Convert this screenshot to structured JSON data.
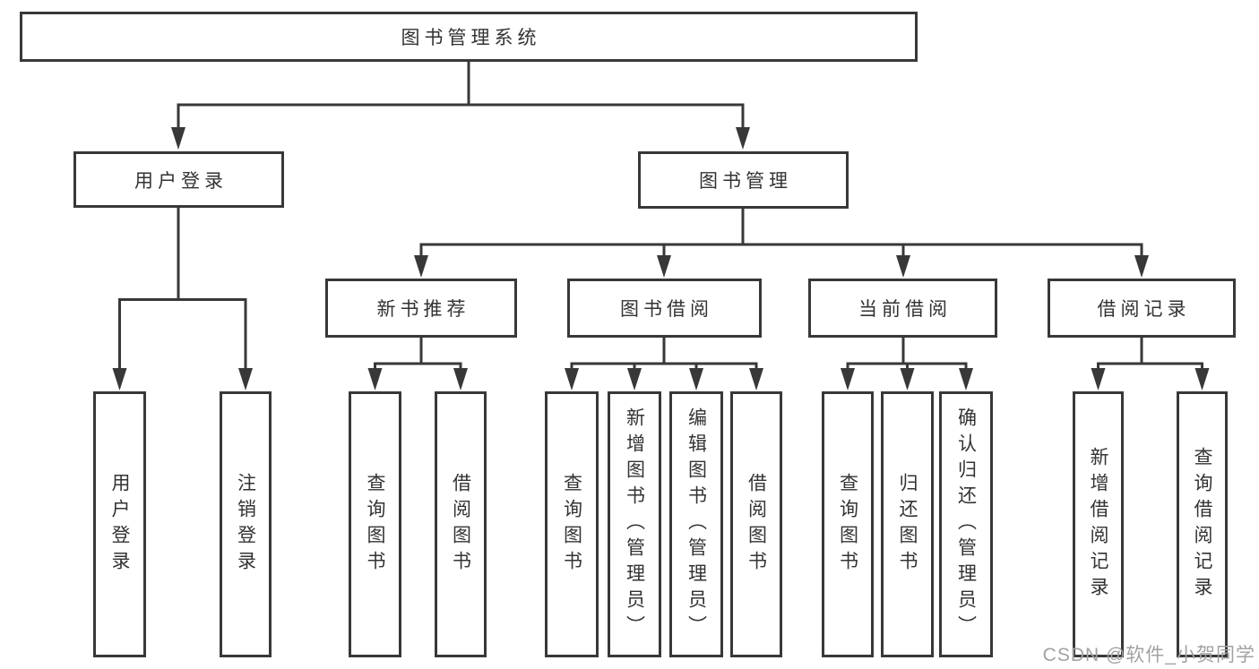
{
  "diagram": {
    "type": "tree",
    "root_label": "图书管理系统",
    "level2": [
      "用户登录",
      "图书管理"
    ],
    "level3": [
      "新书推荐",
      "图书借阅",
      "当前借阅",
      "借阅记录"
    ],
    "leaves": {
      "user_login": [
        "用户登录",
        "注销登录"
      ],
      "new_book_recommend": [
        "查询图书",
        "借阅图书"
      ],
      "book_borrow": [
        "查询图书",
        "新增图书（管理员）",
        "编辑图书（管理员）",
        "借阅图书"
      ],
      "current_borrow": [
        "查询图书",
        "归还图书",
        "确认归还（管理员）"
      ],
      "borrow_record": [
        "新增借阅记录",
        "查询借阅记录"
      ]
    },
    "edges": [
      "图书管理系统→用户登录",
      "图书管理系统→图书管理",
      "用户登录→用户登录",
      "用户登录→注销登录",
      "图书管理→新书推荐",
      "图书管理→图书借阅",
      "图书管理→当前借阅",
      "图书管理→借阅记录",
      "新书推荐→查询图书",
      "新书推荐→借阅图书",
      "图书借阅→查询图书",
      "图书借阅→新增图书（管理员）",
      "图书借阅→编辑图书（管理员）",
      "图书借阅→借阅图书",
      "当前借阅→查询图书",
      "当前借阅→归还图书",
      "当前借阅→确认归还（管理员）",
      "借阅记录→新增借阅记录",
      "借阅记录→查询借阅记录"
    ]
  },
  "watermark": "CSDN @软件_小贺同学",
  "colors": {
    "line": "#383838",
    "text": "#333333",
    "watermark": "#a2a2a4",
    "background": "#ffffff"
  }
}
